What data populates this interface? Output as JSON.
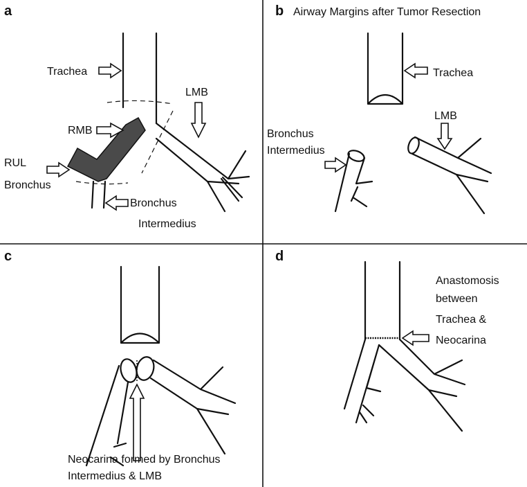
{
  "panels": {
    "a": {
      "letter": "a",
      "labels": {
        "trachea": "Trachea",
        "lmb": "LMB",
        "rmb": "RMB",
        "rul_line1": "RUL",
        "rul_line2": "Bronchus",
        "bi_line1": "Bronchus",
        "bi_line2": "Intermedius"
      }
    },
    "b": {
      "letter": "b",
      "title": "Airway Margins after Tumor Resection",
      "labels": {
        "trachea": "Trachea",
        "lmb": "LMB",
        "bi_line1": "Bronchus",
        "bi_line2": "Intermedius"
      }
    },
    "c": {
      "letter": "c",
      "labels": {
        "caption_line1": "Neocarina formed by Bronchus",
        "caption_line2": "Intermedius & LMB"
      }
    },
    "d": {
      "letter": "d",
      "labels": {
        "line1": "Anastomosis",
        "line2": "between",
        "line3": "Trachea &",
        "line4": "Neocarina"
      }
    }
  },
  "colors": {
    "ink": "#111111",
    "tumor": "#4a4a4a",
    "background": "#ffffff"
  }
}
